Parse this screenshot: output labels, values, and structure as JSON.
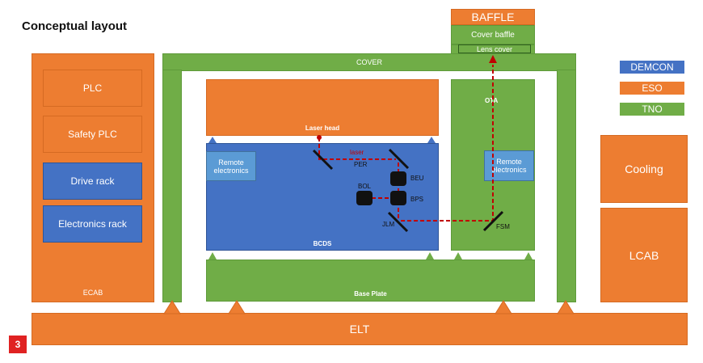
{
  "title": "Conceptual layout",
  "slide_number": "3",
  "legend": [
    {
      "label": "DEMCON",
      "color": "#4472C4"
    },
    {
      "label": "ESO",
      "color": "#ED7D31"
    },
    {
      "label": "TNO",
      "color": "#70AD47"
    }
  ],
  "ecab": {
    "label": "ECAB",
    "items": [
      "PLC",
      "Safety PLC",
      "Drive rack",
      "Electronics rack"
    ]
  },
  "baffle": {
    "label": "BAFFLE",
    "cover_baffle": "Cover baffle",
    "lens_cover": "Lens cover"
  },
  "cover": "COVER",
  "laser_head": "Laser head",
  "bcds": {
    "label": "BCDS",
    "remote_electronics": "Remote\nelectronics",
    "laser": "laser",
    "components": [
      "PER",
      "BEU",
      "BOL",
      "BPS",
      "JLM"
    ]
  },
  "ota": {
    "label": "OTA",
    "remote_electronics": "Remote\nelectronics",
    "fsm": "FSM"
  },
  "base_plate": "Base Plate",
  "cooling": "Cooling",
  "lcab": "LCAB",
  "elt": "ELT",
  "colors": {
    "demcon": "#4472C4",
    "eso": "#ED7D31",
    "tno": "#70AD47",
    "laser": "#C00000"
  }
}
